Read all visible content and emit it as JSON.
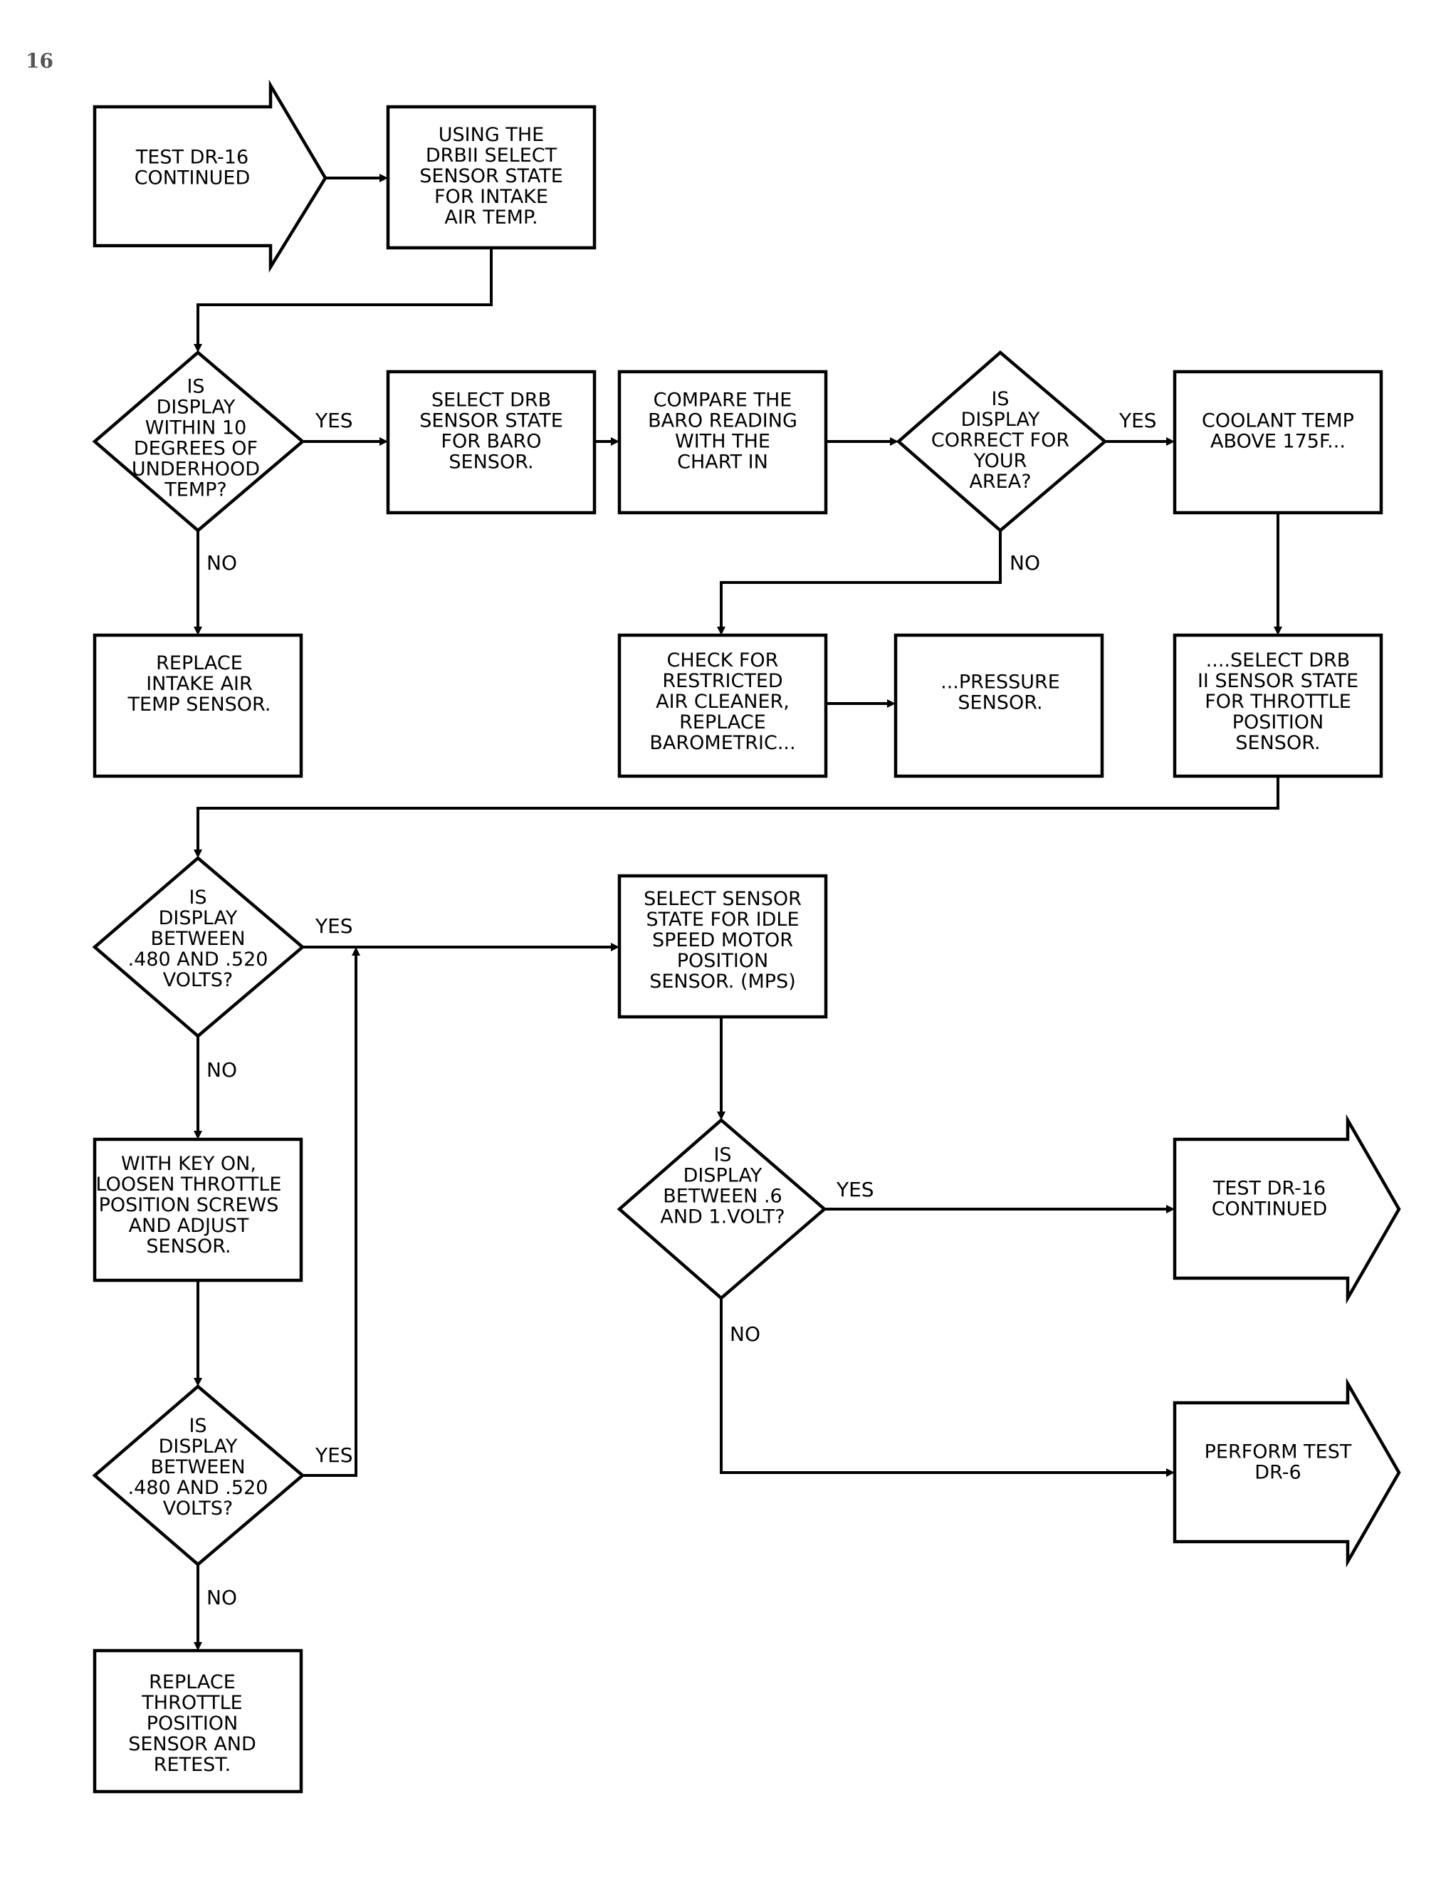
{
  "page_number": "16",
  "nodes": {
    "start_arrow": [
      "TEST DR-16",
      "CONTINUED"
    ],
    "box_intake_select": [
      "USING THE",
      "DRBII SELECT",
      "SENSOR STATE",
      "FOR INTAKE",
      "AIR TEMP."
    ],
    "dec_intake_temp": [
      "IS",
      "DISPLAY",
      "WITHIN 10",
      "DEGREES OF",
      "UNDERHOOD",
      "TEMP?"
    ],
    "box_replace_intake": [
      "REPLACE",
      "INTAKE AIR",
      "TEMP SENSOR."
    ],
    "box_select_baro": [
      "SELECT DRB",
      "SENSOR STATE",
      "FOR BARO",
      "SENSOR."
    ],
    "box_compare_baro": [
      "COMPARE THE",
      "BARO READING",
      "WITH THE",
      "CHART IN"
    ],
    "dec_baro_correct": [
      "IS",
      "DISPLAY",
      "CORRECT FOR",
      "YOUR",
      "AREA?"
    ],
    "box_coolant": [
      "COOLANT TEMP",
      "ABOVE 175F..."
    ],
    "box_check_restricted": [
      "CHECK FOR",
      "RESTRICTED",
      "AIR CLEANER,",
      "REPLACE",
      "BAROMETRIC..."
    ],
    "box_pressure_sensor": [
      "...PRESSURE",
      "SENSOR."
    ],
    "box_select_tps": [
      "....SELECT DRB",
      "II SENSOR STATE",
      "FOR THROTTLE",
      "POSITION",
      "SENSOR."
    ],
    "dec_tps_1": [
      "IS",
      "DISPLAY",
      "BETWEEN",
      ".480 AND .520",
      "VOLTS?"
    ],
    "box_select_mps": [
      "SELECT SENSOR",
      "STATE FOR IDLE",
      "SPEED MOTOR",
      "POSITION",
      "SENSOR. (MPS)"
    ],
    "box_loosen_tps": [
      "WITH KEY ON,",
      "LOOSEN THROTTLE",
      "POSITION SCREWS",
      "AND ADJUST",
      "SENSOR."
    ],
    "dec_mps": [
      "IS",
      "DISPLAY",
      "BETWEEN .6",
      "AND 1.VOLT?"
    ],
    "end_arrow_continued": [
      "TEST DR-16",
      "CONTINUED"
    ],
    "end_arrow_dr6": [
      "PERFORM TEST",
      "DR-6"
    ],
    "dec_tps_2": [
      "IS",
      "DISPLAY",
      "BETWEEN",
      ".480 AND .520",
      "VOLTS?"
    ],
    "box_replace_tps": [
      "REPLACE",
      "THROTTLE",
      "POSITION",
      "SENSOR AND",
      "RETEST."
    ]
  },
  "branch_labels": {
    "intake_yes": "YES",
    "intake_no": "NO",
    "baro_yes": "YES",
    "baro_no": "NO",
    "tps1_yes": "YES",
    "tps1_no": "NO",
    "mps_yes": "YES",
    "mps_no": "NO",
    "tps2_yes": "YES",
    "tps2_no": "NO"
  }
}
